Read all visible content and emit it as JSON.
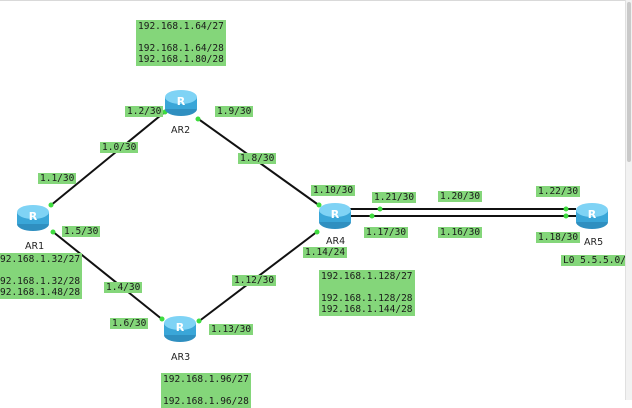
{
  "routers": {
    "ar1": {
      "name": "AR1",
      "icon": "router-icon"
    },
    "ar2": {
      "name": "AR2",
      "icon": "router-icon"
    },
    "ar3": {
      "name": "AR3",
      "icon": "router-icon"
    },
    "ar4": {
      "name": "AR4",
      "icon": "router-icon"
    },
    "ar5": {
      "name": "AR5",
      "icon": "router-icon"
    }
  },
  "interfaces": {
    "ar2_left": "1.2/30",
    "ar2_right": "1.9/30",
    "ar1_up": "1.1/30",
    "link12_mid": "1.0/30",
    "link24_mid": "1.8/30",
    "ar1_down": "1.5/30",
    "link13_mid": "1.4/30",
    "ar3_left": "1.6/30",
    "ar3_right": "1.13/30",
    "link34_mid": "1.12/30",
    "ar4_left": "1.10/30",
    "ar4_top": "1.21/30",
    "ar4_bottom": "1.17/30",
    "ar4_link34": "1.14/24",
    "link45_top_mid": "1.20/30",
    "link45_bottom_mid": "1.16/30",
    "ar5_top": "1.22/30",
    "ar5_bottom": "1.18/30",
    "ar5_loopback": "L0 5.5.5.0/"
  },
  "networks": {
    "ar2": [
      "192.168.1.64/27",
      "",
      "192.168.1.64/28",
      "192.168.1.80/28"
    ],
    "ar1": [
      "92.168.1.32/27",
      "",
      "92.168.1.32/28",
      "92.168.1.48/28"
    ],
    "ar4": [
      "192.168.1.128/27",
      "",
      "192.168.1.128/28",
      "192.168.1.144/28"
    ],
    "ar3": [
      "192.168.1.96/27",
      "",
      "192.168.1.96/28"
    ]
  },
  "colors": {
    "label_bg": "#84d67a",
    "link": "#111111",
    "router_body": "#5cc0ea"
  }
}
